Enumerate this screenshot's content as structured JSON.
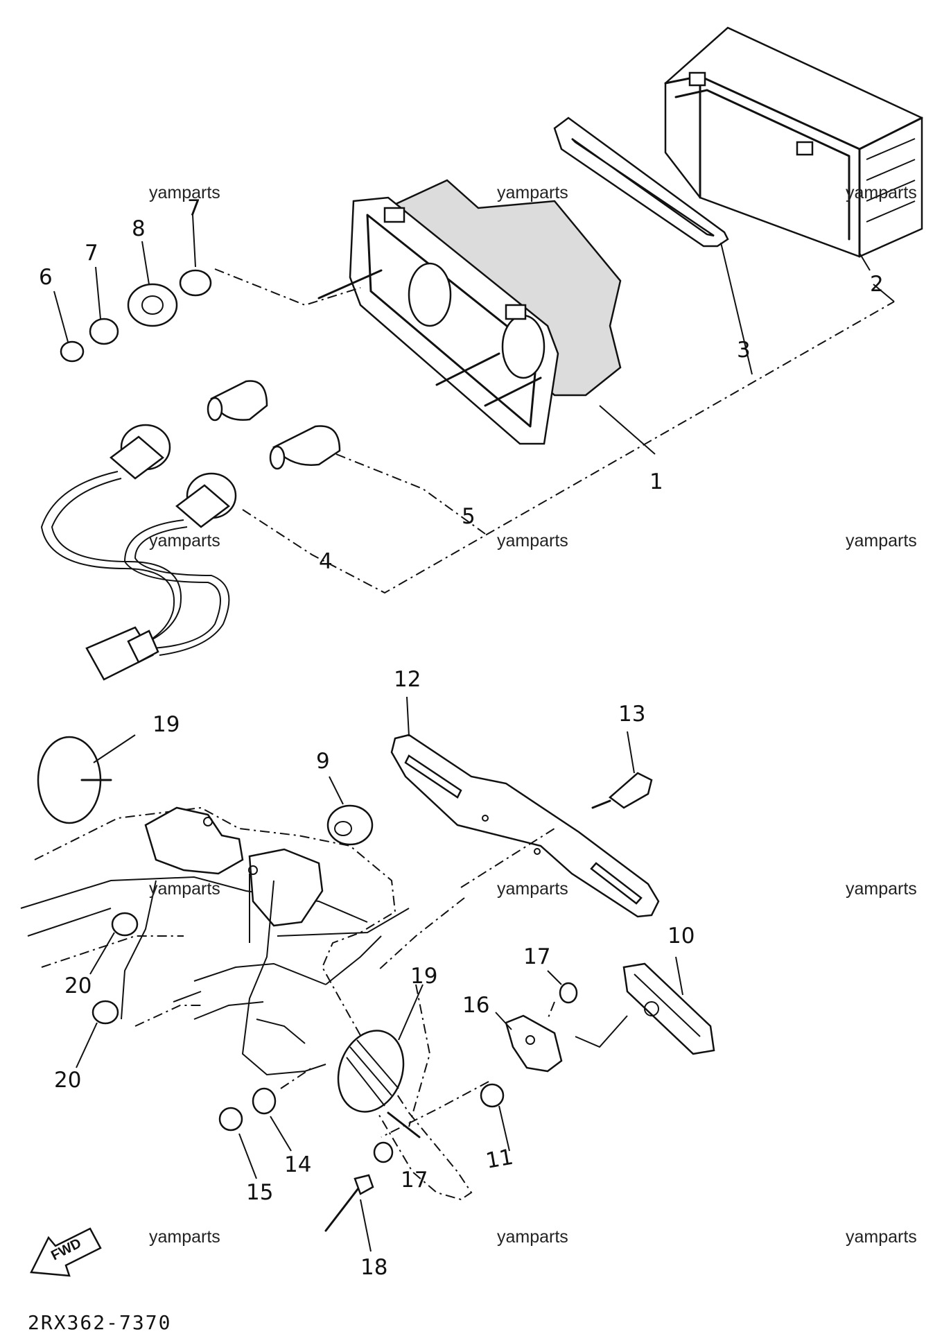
{
  "diagram": {
    "drawing_code": "2RX362-7370",
    "direction_arrow_label": "FWD",
    "watermark": "yamparts",
    "part_numbers": [
      "1",
      "2",
      "3",
      "4",
      "5",
      "6",
      "7",
      "7",
      "8",
      "9",
      "10",
      "11",
      "12",
      "13",
      "14",
      "15",
      "16",
      "17",
      "17",
      "18",
      "19",
      "19",
      "20",
      "20"
    ]
  }
}
